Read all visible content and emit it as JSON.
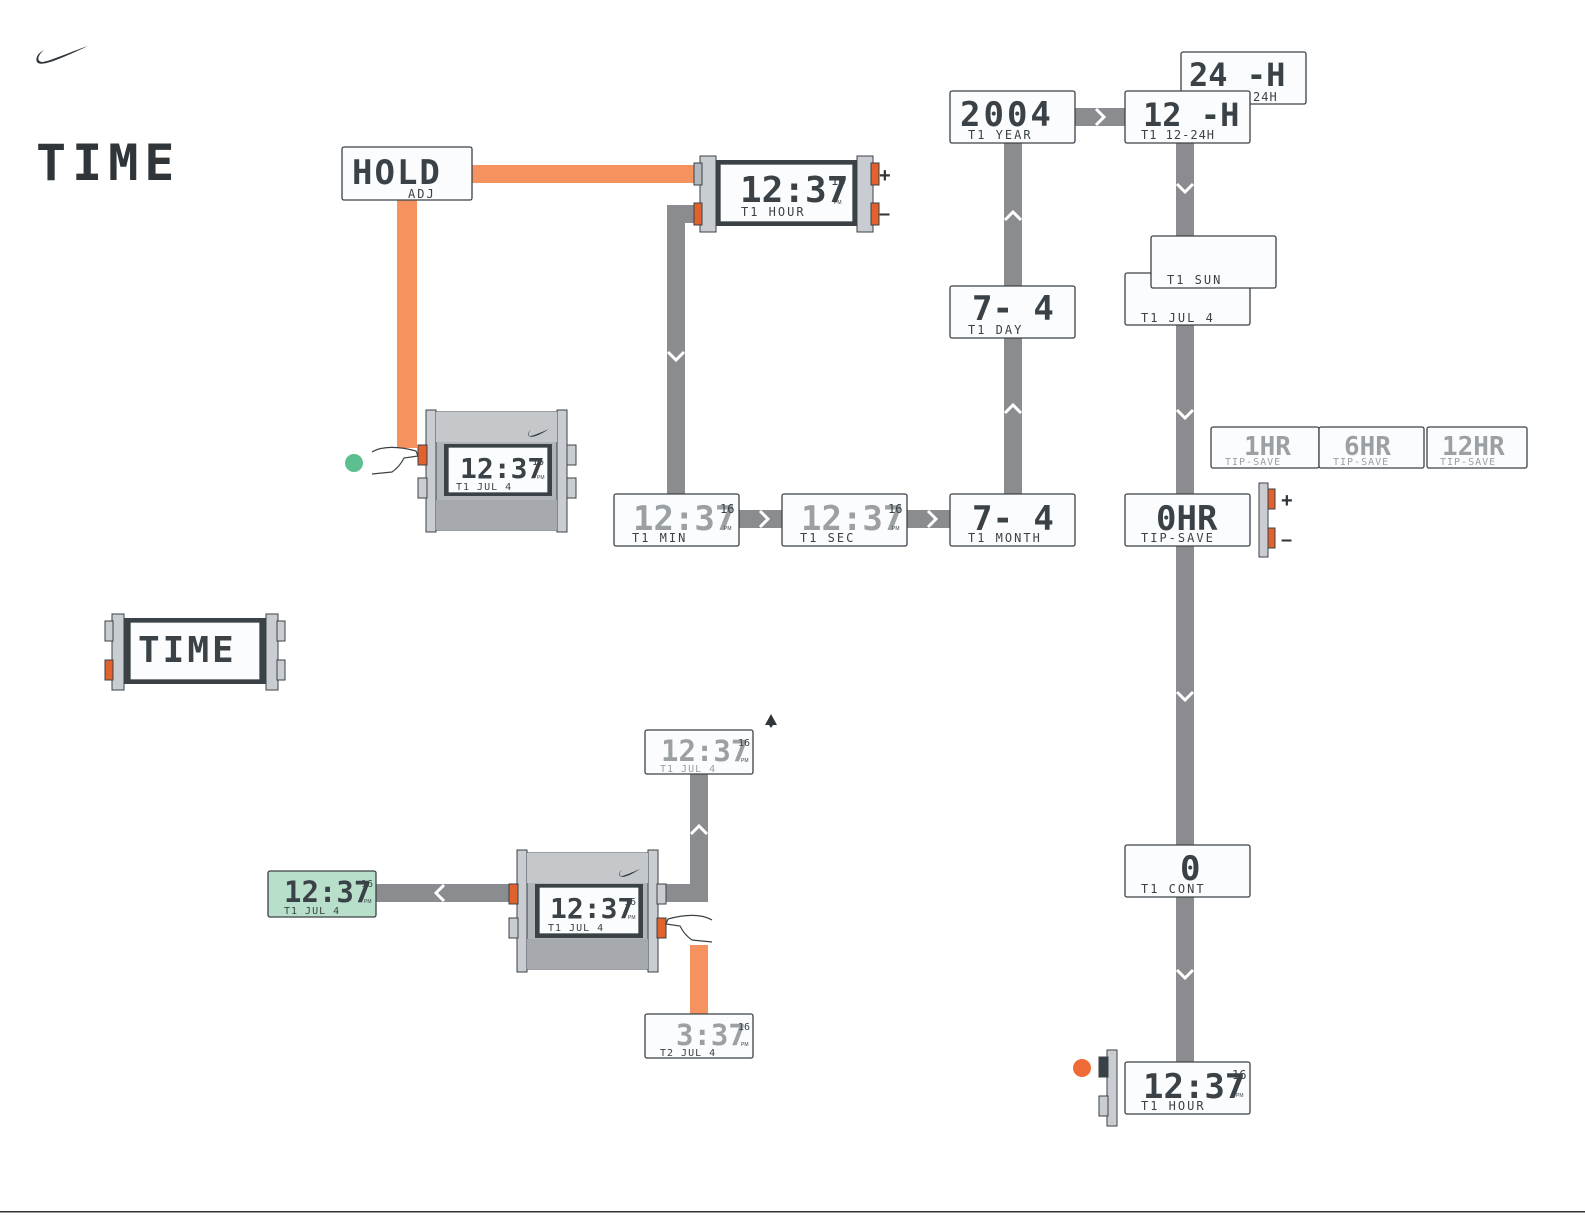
{
  "title": "TIME",
  "brand_logo": "swoosh-logo",
  "legend": {
    "label": "TIME",
    "status_color_start": "#5bbf8f",
    "status_color_end": "#f06a35"
  },
  "colors": {
    "flow_gray": "#8a8c8f",
    "flow_orange": "#f5925f",
    "button_orange": "#e2622d",
    "backlight": "#b8dfc9"
  },
  "screens": {
    "hold": {
      "top": "HOLD",
      "bottom": "ADJ"
    },
    "watch_main": {
      "time": "12:37",
      "sec": "16",
      "ampm": "PM",
      "bottom": "T1 JUL  4"
    },
    "hour": {
      "time": "12:37",
      "sec": "16",
      "ampm": "PM",
      "bottom": "T1 HOUR"
    },
    "min": {
      "time": "12:37",
      "sec": "16",
      "ampm": "PM",
      "bottom": "T1 MIN"
    },
    "sec": {
      "time": "12:37",
      "sec": "16",
      "ampm": "PM",
      "bottom": "T1 SEC"
    },
    "month": {
      "value": "7- 4",
      "bottom": "T1 MONTH"
    },
    "day": {
      "value": "7- 4",
      "bottom": "T1 DAY"
    },
    "year": {
      "value": "2004",
      "bottom": "T1 YEAR"
    },
    "hr12": {
      "value": "12 -H",
      "bottom": "T1 12-24H"
    },
    "hr24": {
      "value": "24 -H",
      "bottom": "24H"
    },
    "sun": {
      "bottom": "T1 SUN"
    },
    "jul4": {
      "bottom": "T1 JUL  4"
    },
    "tip0": {
      "value": "0HR",
      "bottom": "TIP-SAVE"
    },
    "tip1": {
      "value": "1HR",
      "bottom": "TIP-SAVE"
    },
    "tip6": {
      "value": "6HR",
      "bottom": "TIP-SAVE"
    },
    "tip12": {
      "value": "12HR",
      "bottom": "TIP-SAVE"
    },
    "cont": {
      "value": "0",
      "bottom": "T1 CONT"
    },
    "hour_end": {
      "time": "12:37",
      "sec": "16",
      "ampm": "PM",
      "bottom": "T1 HOUR"
    },
    "alarm_view": {
      "time": "12:37",
      "sec": "16",
      "ampm": "PM",
      "bottom": "T1 JUL  4"
    },
    "t2_view": {
      "time": "3:37",
      "sec": "16",
      "ampm": "PM",
      "bottom": "T2 JUL  4"
    },
    "backlit": {
      "time": "12:37",
      "sec": "16",
      "ampm": "PM",
      "bottom": "T1 JUL  4"
    },
    "watch2": {
      "time": "12:37",
      "sec": "16",
      "ampm": "PM",
      "bottom": "T1 JUL  4"
    }
  },
  "buttons": {
    "plus": "+",
    "minus": "–"
  },
  "icons": [
    "swoosh-logo",
    "hand-press-icon",
    "alarm-bell-icon",
    "chevron-arrow-icon"
  ]
}
